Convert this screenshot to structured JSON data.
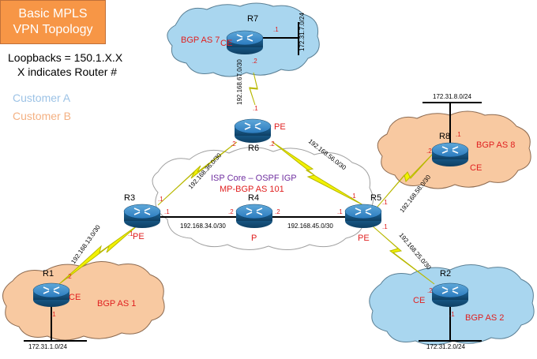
{
  "title": {
    "line1": "Basic MPLS",
    "line2": "VPN Topology"
  },
  "legend": {
    "loopbacks": "Loopbacks = 150.1.X.X",
    "x_note": "X indicates Router #",
    "customer_a": "Customer A",
    "customer_b": "Customer B"
  },
  "colors": {
    "customer_a": "#a9d6ef",
    "customer_b": "#f8c9a1",
    "label_red": "#e02020",
    "purple": "#7030a0",
    "wan_link": "#f2f200",
    "router_body": "#1f6aa0"
  },
  "core": {
    "line1": "ISP Core – OSPF IGP",
    "line2": "MP-BGP AS 101"
  },
  "routers": {
    "r1": {
      "name": "R1",
      "role": "CE",
      "as": "BGP AS 1",
      "icon": "router-icon"
    },
    "r2": {
      "name": "R2",
      "role": "CE",
      "as": "BGP AS 2",
      "icon": "router-icon"
    },
    "r3": {
      "name": "R3",
      "role": "PE",
      "icon": "router-icon"
    },
    "r4": {
      "name": "R4",
      "role": "P",
      "icon": "router-icon"
    },
    "r5": {
      "name": "R5",
      "role": "PE",
      "icon": "router-icon"
    },
    "r6": {
      "name": "R6",
      "role": "PE",
      "icon": "router-icon"
    },
    "r7": {
      "name": "R7",
      "role": "CE",
      "as": "BGP AS 7",
      "icon": "router-icon"
    },
    "r8": {
      "name": "R8",
      "role": "CE",
      "as": "BGP AS 8",
      "icon": "router-icon"
    }
  },
  "subnets": {
    "r1_lan": "172.31.1.0/24",
    "r2_lan": "172.31.2.0/24",
    "r7_lan": "172.31.7.0/24",
    "r8_lan": "172.31.8.0/24",
    "r1_r3": "192.168.13.0/30",
    "r3_r4": "192.168.34.0/30",
    "r4_r5": "192.168.45.0/30",
    "r3_r6": "192.168.36.0/30",
    "r5_r6": "192.168.56.0/30",
    "r6_r7": "192.168.67.0/30",
    "r5_r8": "192.168.58.0/30",
    "r2_r5": "192.168.25.0/30"
  },
  "interfaces": {
    "r7_lan": ".1",
    "r7_wan": ".2",
    "r6_r7": ".1",
    "r6_r3": ".2",
    "r6_r5": ".2",
    "r3_r6": ".1",
    "r3_r4": ".1",
    "r3_r1": ".1",
    "r1_r3": ".2",
    "r1_lan": ".1",
    "r4_r3": ".2",
    "r4_r5": ".2",
    "r5_r4": ".1",
    "r5_r6": ".1",
    "r5_r8": ".1",
    "r5_r2": ".1",
    "r8_lan": ".1",
    "r8_r5": ".2",
    "r2_r5": ".2",
    "r2_lan": ".1"
  }
}
